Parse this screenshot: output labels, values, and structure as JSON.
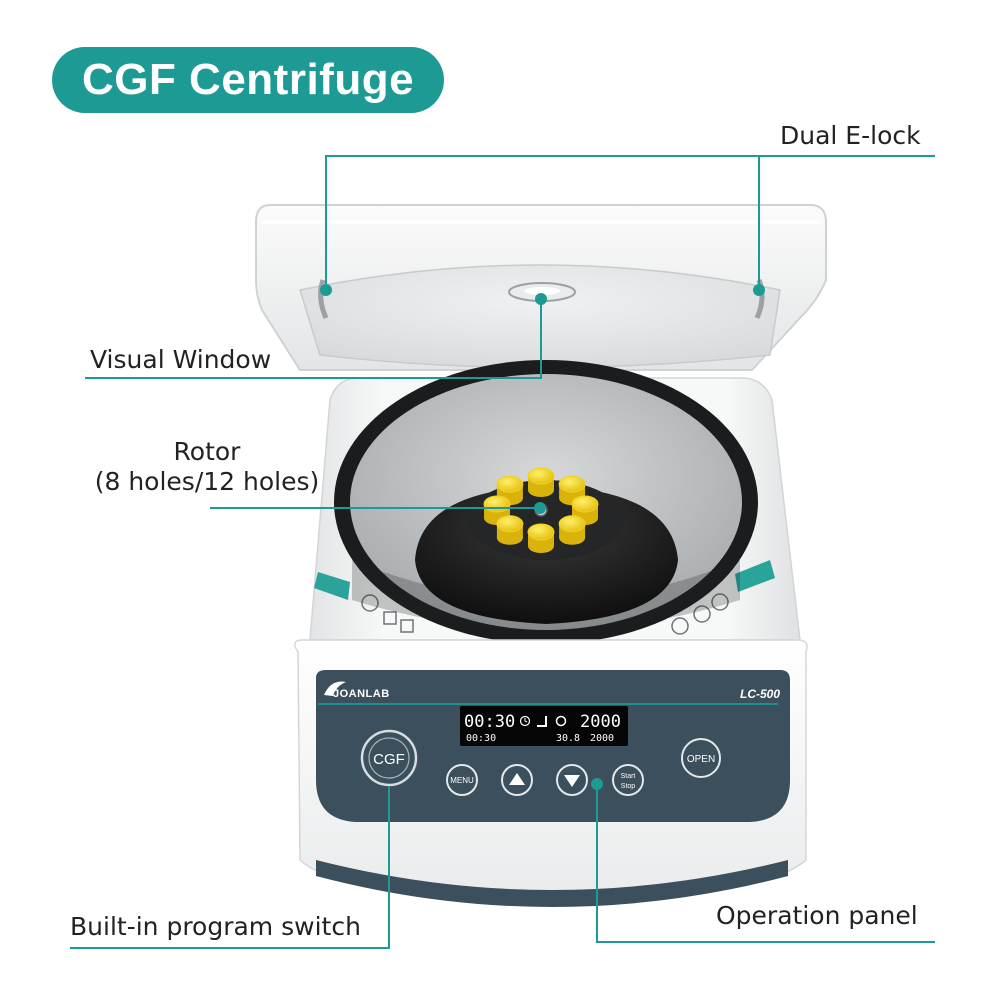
{
  "title": "CGF Centrifuge",
  "callouts": {
    "dual_elock": "Dual E-lock",
    "visual_window": "Visual Window",
    "rotor_line1": "Rotor",
    "rotor_line2": "(8 holes/12 holes)",
    "program_switch": "Built-in program switch",
    "operation_panel": "Operation panel"
  },
  "device": {
    "brand": "JOANLAB",
    "model": "LC-500",
    "display": {
      "time": "00:30",
      "speed": "2000",
      "set_time": "00:30",
      "temperature": "30.8",
      "set_speed": "2000"
    },
    "buttons": {
      "cgf": "CGF",
      "menu": "MENU",
      "start_line1": "Start",
      "start_line2": "Stop",
      "open": "OPEN"
    }
  },
  "colors": {
    "accent": "#1d9a94",
    "panel": "#3b4f5c",
    "rotor_cap": "#f2d21b",
    "body": "#f4f5f6"
  },
  "icons": [
    "clock-icon",
    "pointer-icon",
    "speed-icon",
    "up-arrow-icon",
    "down-arrow-icon",
    "fan-icon"
  ]
}
